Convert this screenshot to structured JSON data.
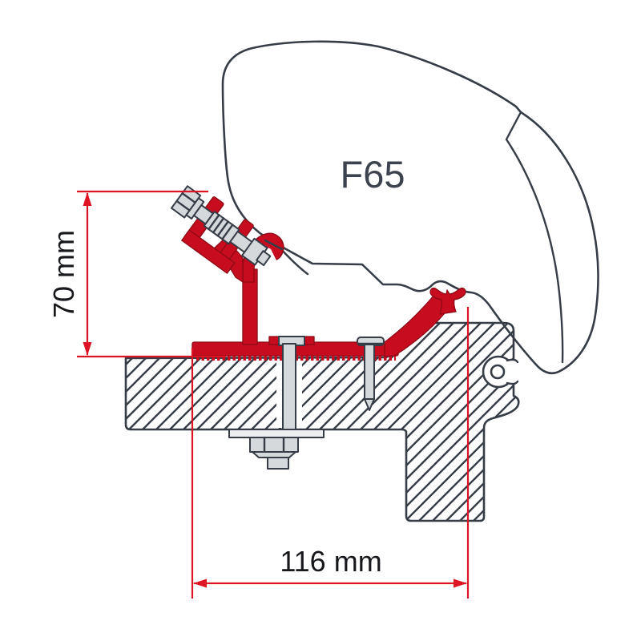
{
  "diagram": {
    "product_label": "F65",
    "dimensions": {
      "height_label": "70 mm",
      "width_label": "116 mm"
    },
    "colors": {
      "adapter_red": "#c60c1e",
      "dimension_red": "#dc1423",
      "outline_dark": "#363d47",
      "hardware_gray": "#d6d9db",
      "label_gray": "#3d434e",
      "background": "#ffffff"
    }
  }
}
